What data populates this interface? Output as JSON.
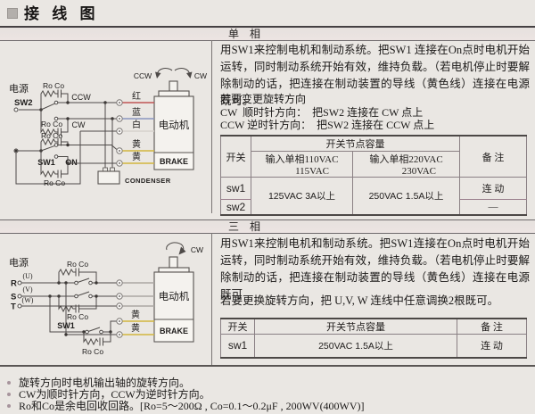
{
  "page": {
    "title": "接 线 图"
  },
  "sections": {
    "single": {
      "band": "单　相",
      "para1": "用SW1来控制电机和制动系统。把SW1 连接在On点时电机开始运转，同时制动系统开始有效，维持负载。（若电机停止时要解除制动的话，把连接在制动装置的导线（黄色线）连接在电源既可。",
      "rot_title": "若要变更旋转方向",
      "rot_cw": "CW  顺时针方向：  把SW2 连接在 CW 点上",
      "rot_ccw": "CCW 逆时针方向：  把SW2 连接在 CCW 点上",
      "table": {
        "col_switch": "开关",
        "col_capacity": "开关节点容量",
        "col_note": "备 注",
        "cap110_line1": "输入单相110VAC",
        "cap110_line2": "115VAC",
        "cap220_line1": "输入单相220VAC",
        "cap220_line2": "230VAC",
        "sw1": "sw1",
        "sw2": "sw2",
        "val110": "125VAC  3A以上",
        "val220": "250VAC  1.5A以上",
        "note_sw1": "连 动",
        "note_sw2": "—"
      },
      "diagram": {
        "power": "电源",
        "sw2": "SW2",
        "sw1": "SW1",
        "on": "ON",
        "ccw": "CCW",
        "cw": "CW",
        "roco": "Ro Co",
        "wire_red": "红",
        "wire_blue": "蓝",
        "wire_white": "白",
        "wire_yellow": "黄",
        "motor": "电动机",
        "brake": "BRAKE",
        "condenser": "CONDENSER",
        "rot_ccw": "CCW",
        "rot_cw": "CW"
      }
    },
    "three": {
      "band": "三　相",
      "para1": "用SW1来控制电机和制动系统。把SW1连接在On点时电机开始运转，同时制动系统开始有效，维持负载。（若电机停止时要解除制动的话，把连接在制动装置的导线（黄色线）连接在电源既可",
      "rot": "若要更换旋转方向，把 U,V, W 连线中任意调换2根既可。",
      "table": {
        "col_switch": "开关",
        "col_capacity": "开关节点容量",
        "col_note": "备 注",
        "sw1": "sw1",
        "val": "250VAC  1.5A以上",
        "note_sw1": "连 动"
      },
      "diagram": {
        "power": "电源",
        "r": "R",
        "s": "S",
        "t": "T",
        "u": "(U)",
        "v": "(V)",
        "w": "(W)",
        "sw1": "SW1",
        "roco": "Ro Co",
        "yellow": "黄",
        "motor": "电动机",
        "brake": "BRAKE",
        "cw": "CW"
      }
    }
  },
  "footer": {
    "bullets": [
      "旋转方向时电机输出轴的旋转方向。",
      "CW为顺时针方向，CCW为逆时针方向。",
      "Ro和Co是余电回收回路。[Ro=5～200Ω , Co=0.1～0.2μF , 200WV(400WV)]"
    ]
  }
}
